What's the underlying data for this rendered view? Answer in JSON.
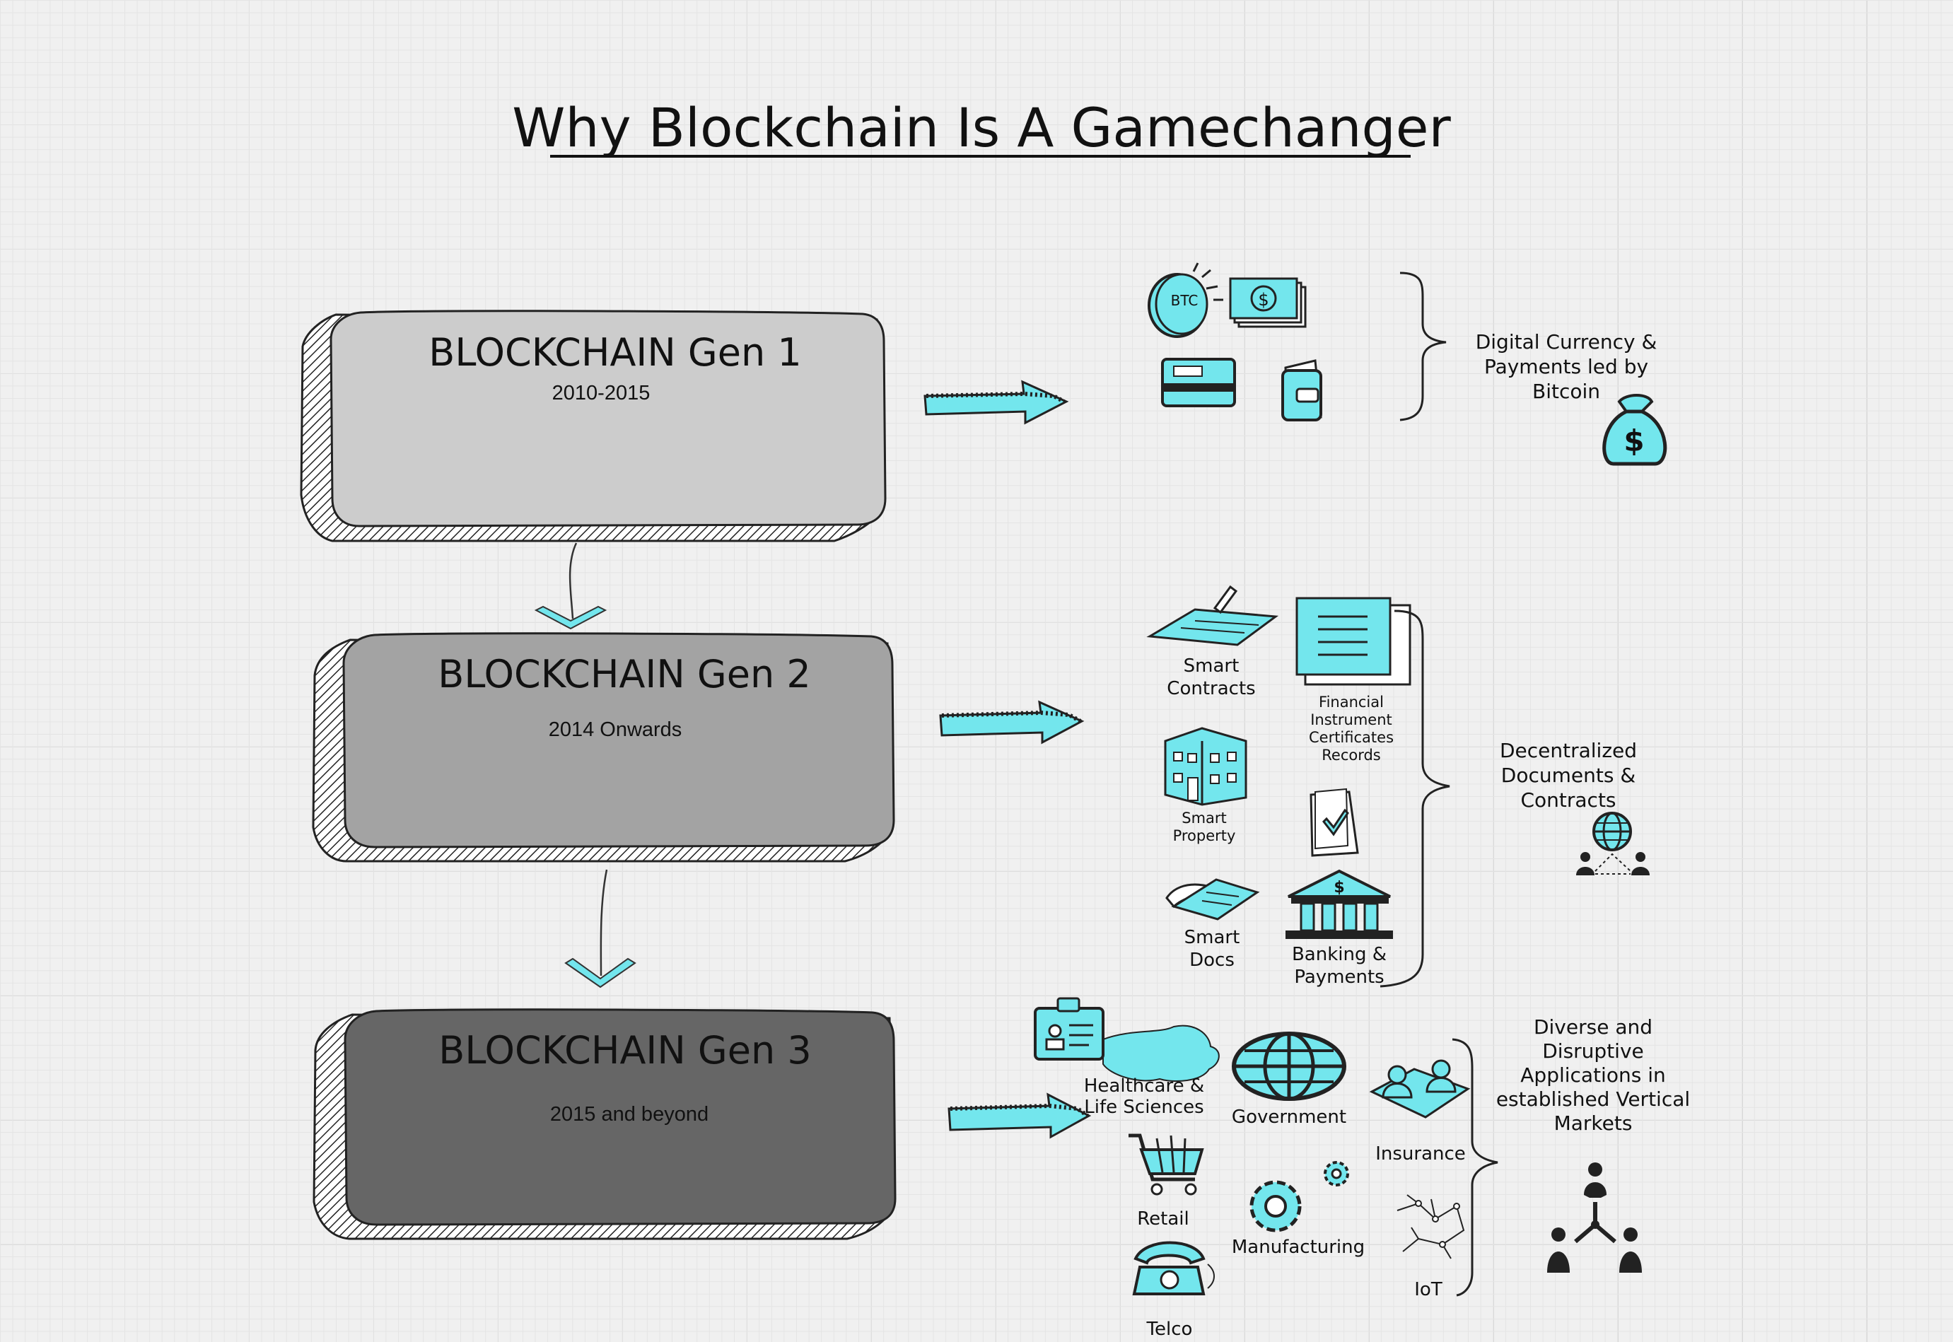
{
  "title": "Why Blockchain Is A Gamechanger",
  "colors": {
    "accent": "#73e6ed",
    "gen1_fill": "#cccccc",
    "gen2_fill": "#a3a3a3",
    "gen3_fill": "#666666",
    "ink": "#111111"
  },
  "generations": [
    {
      "name": "BLOCKCHAIN Gen 1",
      "years": "2010-2015"
    },
    {
      "name": "BLOCKCHAIN Gen 2",
      "years": "2014 Onwards"
    },
    {
      "name": "BLOCKCHAIN Gen 3",
      "years": "2015 and beyond"
    }
  ],
  "gen1_icons": [
    "btc-coin-icon",
    "banknote-icon",
    "credit-card-icon",
    "wallet-icon",
    "money-bag-icon"
  ],
  "gen2_items": {
    "smart_contracts": [
      "Smart",
      "Contracts"
    ],
    "financial": [
      "Financial",
      "Instrument",
      "Certificates",
      "Records"
    ],
    "smart_property": [
      "Smart",
      "Property"
    ],
    "smart_docs": [
      "Smart",
      "Docs"
    ],
    "banking": [
      "Banking &",
      "Payments"
    ]
  },
  "gen3_items": {
    "healthcare": [
      "Healthcare &",
      "Life Sciences"
    ],
    "government": "Government",
    "insurance": "Insurance",
    "retail": "Retail",
    "manufacturing": "Manufacturing",
    "iot": "IoT",
    "telco": "Telco"
  },
  "summaries": {
    "gen1": [
      "Digital Currency &",
      "Payments led by",
      "Bitcoin"
    ],
    "gen2": [
      "Decentralized",
      "Documents &",
      "Contracts"
    ],
    "gen3": [
      "Diverse and",
      "Disruptive",
      "Applications in",
      "established Vertical",
      "Markets"
    ]
  }
}
